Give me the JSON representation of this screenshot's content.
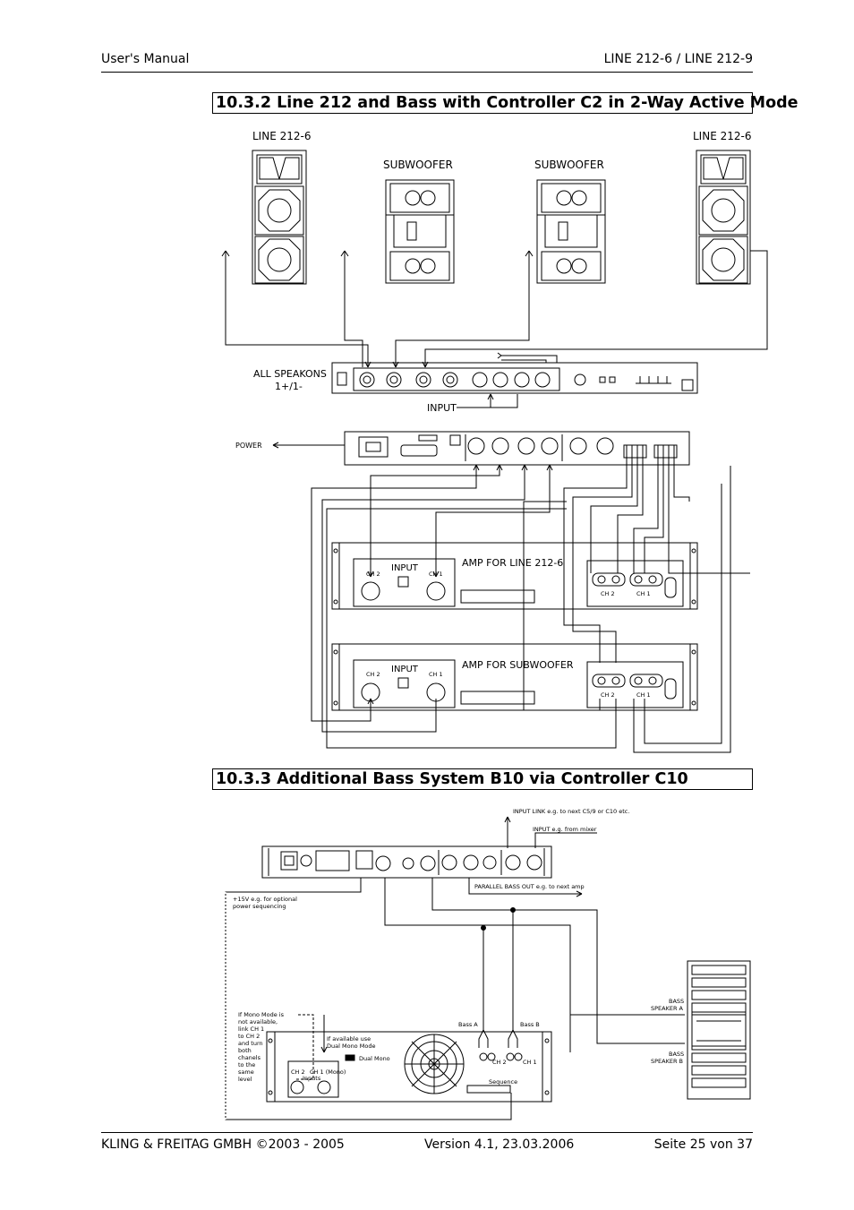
{
  "header": {
    "left": "User's Manual",
    "right": "LINE 212-6 / LINE 212-9"
  },
  "section1": {
    "title": "10.3.2  Line 212 and Bass with Controller C2 in 2-Way Active Mode",
    "labels": {
      "line_left": "LINE 212-6",
      "line_right": "LINE 212-6",
      "sub_left": "SUBWOOFER",
      "sub_right": "SUBWOOFER",
      "speakons_line1": "ALL SPEAKONS",
      "speakons_line2": "1+/1-",
      "input": "INPUT",
      "power": "POWER",
      "amp1_title": "AMP FOR LINE 212-6",
      "amp2_title": "AMP FOR SUBWOOFER",
      "amp_input": "INPUT",
      "amp_ch2": "CH 2",
      "amp_ch1": "CH 1"
    }
  },
  "section2": {
    "title": "10.3.3  Additional Bass System B10 via Controller C10",
    "labels": {
      "input_link": "INPUT LINK e.g. to next C5/9 or C10 etc.",
      "input_mixer": "INPUT e.g. from mixer",
      "parallel_out": "PARALLEL BASS OUT e.g. to next amp",
      "plus15_line1": "+15V e.g. for optional",
      "plus15_line2": "power sequencing",
      "mono_note": [
        "If  Mono Mode is",
        "not available,",
        "link CH 1",
        "to CH 2",
        "and turn",
        "both",
        "chanels",
        "to the",
        "same",
        "level"
      ],
      "dual_mono_note1": "If available use",
      "dual_mono_note2": "Dual Mono Mode",
      "dual_mono": "Dual Mono",
      "ch2": "CH 2",
      "ch1_mono": "CH 1 (Mono)",
      "inputs": "Inputs",
      "bass_a": "Bass A",
      "bass_b": "Bass B",
      "speaker_a1": "BASS",
      "speaker_a2": "SPEAKER A",
      "speaker_b1": "BASS",
      "speaker_b2": "SPEAKER B",
      "sequence": "Sequence",
      "amp_ch2": "CH 2",
      "amp_ch1": "CH 1"
    }
  },
  "footer": {
    "left": "KLING & FREITAG GMBH ©2003 - 2005",
    "center": "Version 4.1, 23.03.2006",
    "right": "Seite 25 von 37"
  }
}
